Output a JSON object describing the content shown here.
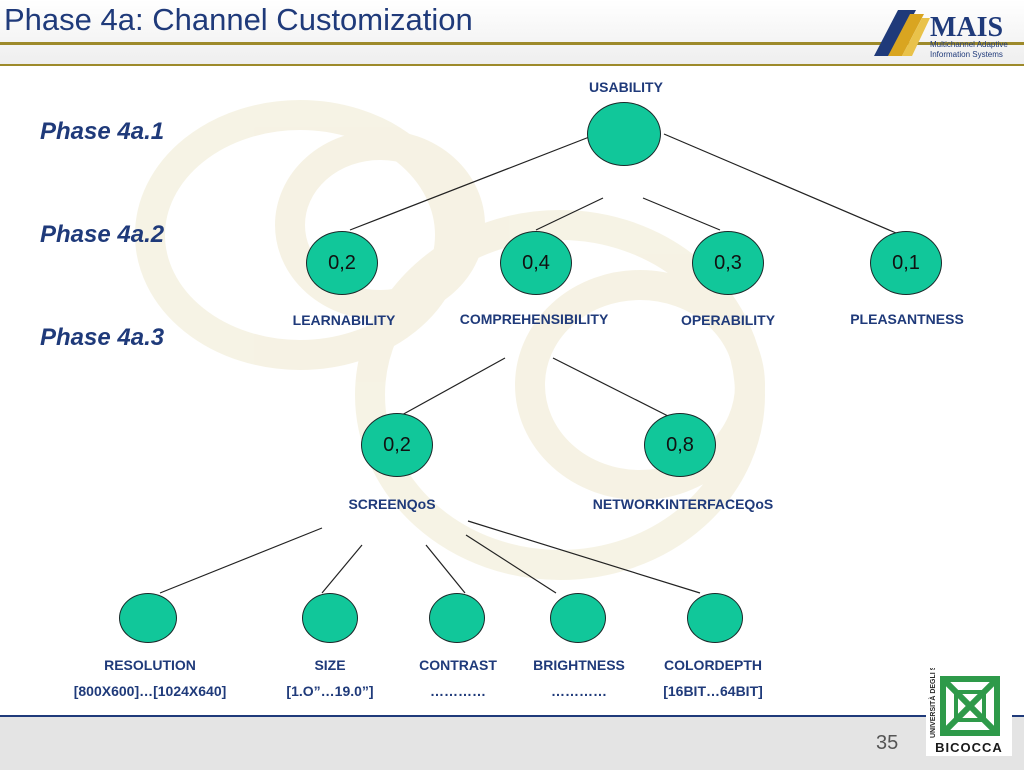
{
  "header": {
    "title": "Phase 4a: Channel Customization"
  },
  "logo": {
    "brand": "MAIS",
    "line1": "Multichannel Adaptive",
    "line2": "Information Systems"
  },
  "phases": [
    "Phase 4a.1",
    "Phase 4a.2",
    "Phase 4a.3"
  ],
  "tree": {
    "root": {
      "label": "USABILITY"
    },
    "level1": [
      {
        "value": "0,2",
        "label": "LEARNABILITY"
      },
      {
        "value": "0,4",
        "label": "COMPREHENSIBILITY"
      },
      {
        "value": "0,3",
        "label": "OPERABILITY"
      },
      {
        "value": "0,1",
        "label": "PLEASANTNESS"
      }
    ],
    "level2": [
      {
        "value": "0,2",
        "label": "SCREENQoS"
      },
      {
        "value": "0,8",
        "label": "NETWORKINTERFACEQoS"
      }
    ],
    "level3": [
      {
        "label": "RESOLUTION",
        "range": "[800X600]…[1024X640]"
      },
      {
        "label": "SIZE",
        "range": "[1.O”…19.0”]"
      },
      {
        "label": "CONTRAST",
        "range": "…………"
      },
      {
        "label": "BRIGHTNESS",
        "range": "…………"
      },
      {
        "label": "COLORDEPTH",
        "range": "[16BIT…64BIT]"
      }
    ]
  },
  "footer": {
    "page_number": "35"
  },
  "university_logo": {
    "top": "UNIVERSITÀ DEGLI STUDI DI MILANO",
    "bottom": "BICOCCA"
  },
  "colors": {
    "node_fill": "#11c79a",
    "title_blue": "#1f3a7a",
    "rule_gold": "#9d8a2a"
  }
}
